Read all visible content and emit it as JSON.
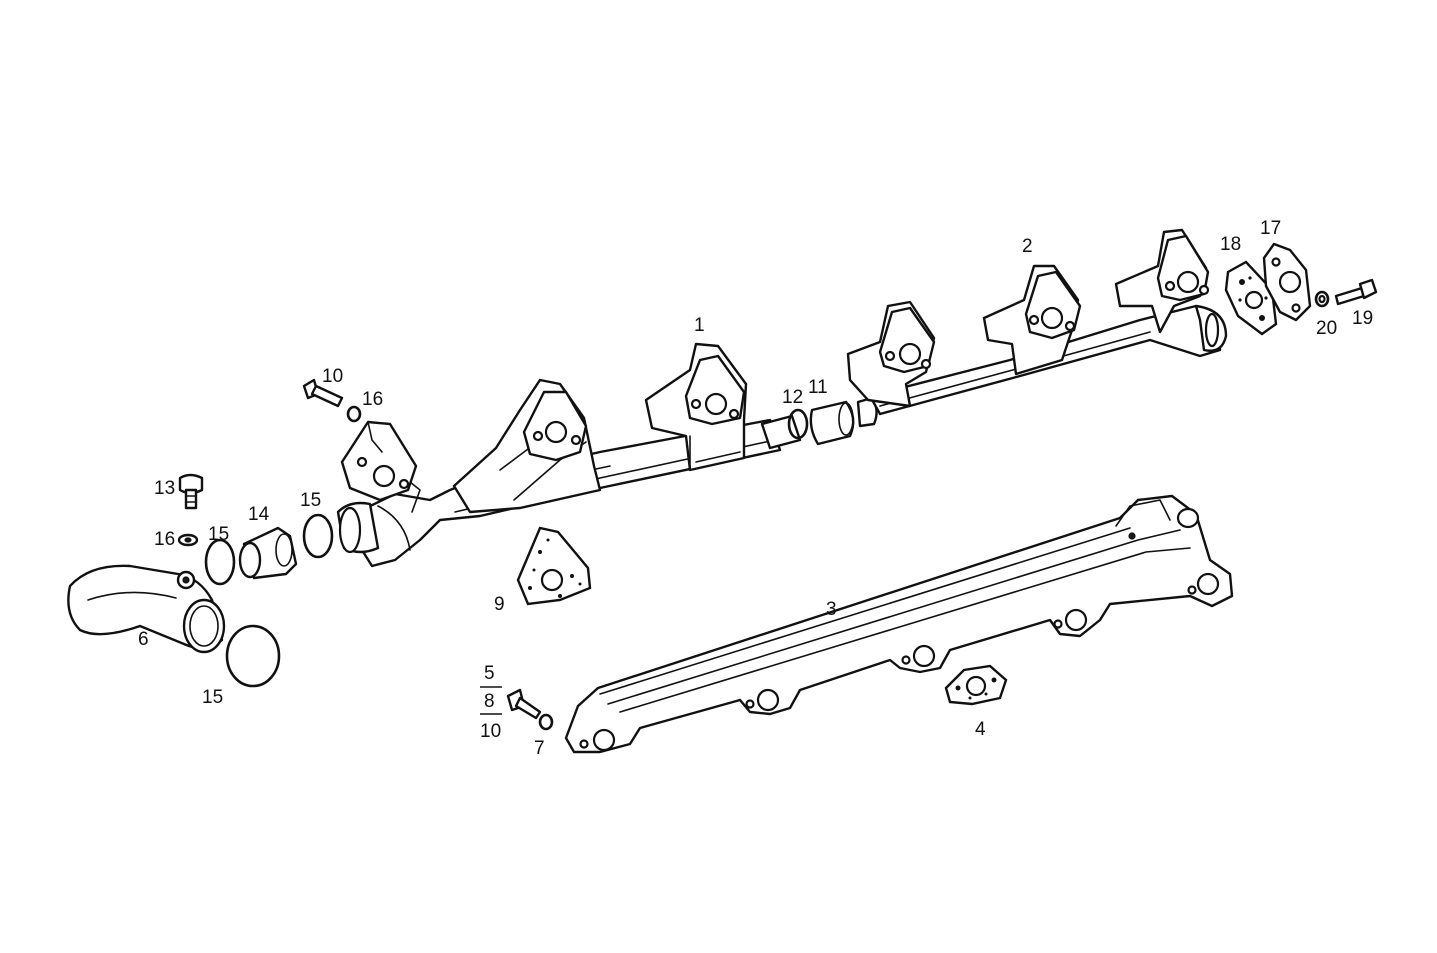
{
  "callouts": {
    "c1": "1",
    "c2": "2",
    "c3": "3",
    "c4": "4",
    "c5": "5",
    "c6": "6",
    "c7": "7",
    "c8": "8",
    "c9": "9",
    "c10a": "10",
    "c10b": "10",
    "c11": "11",
    "c12": "12",
    "c13": "13",
    "c14": "14",
    "c15a": "15",
    "c15b": "15",
    "c15c": "15",
    "c16a": "16",
    "c16b": "16",
    "c17": "17",
    "c18": "18",
    "c19": "19",
    "c20": "20"
  }
}
